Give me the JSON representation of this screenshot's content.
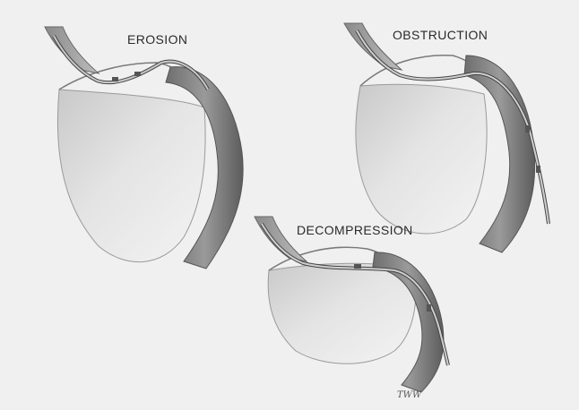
{
  "panels": [
    {
      "id": "erosion",
      "label": "EROSION"
    },
    {
      "id": "obstruction",
      "label": "OBSTRUCTION"
    },
    {
      "id": "decompression",
      "label": "DECOMPRESSION"
    }
  ],
  "signature": "TWW"
}
